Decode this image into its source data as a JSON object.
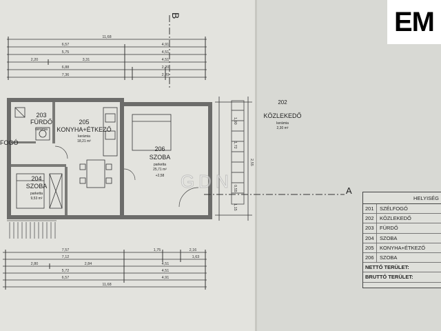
{
  "logo": {
    "text": "EM"
  },
  "section_markers": {
    "top": "B",
    "right": "A"
  },
  "watermark": "GDN",
  "rooms": [
    {
      "number": "203",
      "name": "FÜRDŐ",
      "material": "kerámia"
    },
    {
      "number": "205",
      "name": "KONYHA+ÉTKEZŐ",
      "material": "kerámia",
      "area": "18,21 m²"
    },
    {
      "number": "206",
      "name": "SZOBA",
      "material": "parketta",
      "area": "25,71 m²",
      "level": "+2,58"
    },
    {
      "number": "204",
      "name": "SZOBA",
      "material": "parketta",
      "area": "9,53 m²"
    },
    {
      "number": "202",
      "name": "KÖZLEKEDŐ",
      "material": "kerámia",
      "area": "2,30 m²"
    },
    {
      "partial_label": "FOGÓ"
    }
  ],
  "top_dimensions": [
    {
      "row": 1,
      "values": [
        "11,68"
      ]
    },
    {
      "row": 2,
      "values": [
        "6,57",
        "4,91"
      ]
    },
    {
      "row": 3,
      "values": [
        "5,75",
        "4,51"
      ]
    },
    {
      "row": 4,
      "values": [
        "2,20",
        "3,31",
        "4,51"
      ]
    },
    {
      "row": 5,
      "values": [
        "6,88",
        "2,20"
      ]
    },
    {
      "row": 6,
      "values": [
        "7,36",
        "2,20"
      ]
    }
  ],
  "bottom_dimensions": [
    {
      "row": 1,
      "values": [
        "7,57",
        "1,75",
        "2,16"
      ]
    },
    {
      "row": 2,
      "values": [
        "7,12",
        "1,63"
      ]
    },
    {
      "row": 3,
      "values": [
        "2,80",
        "2,84",
        "4,51"
      ]
    },
    {
      "row": 4,
      "values": [
        "5,72",
        "4,51"
      ]
    },
    {
      "row": 5,
      "values": [
        "6,57",
        "4,91"
      ]
    },
    {
      "row": 6,
      "values": [
        "11,68"
      ]
    }
  ],
  "side_dimensions": [
    "1,90",
    "1,72",
    "2,55",
    "0,55",
    "1,15"
  ],
  "legend": {
    "header": "HELYISÉG",
    "rows": [
      {
        "number": "201",
        "name": "SZÉLFOGÓ"
      },
      {
        "number": "202",
        "name": "KÖZLEKEDŐ"
      },
      {
        "number": "203",
        "name": "FÜRDŐ"
      },
      {
        "number": "204",
        "name": "SZOBA"
      },
      {
        "number": "205",
        "name": "KONYHA+ÉTKEZŐ"
      },
      {
        "number": "206",
        "name": "SZOBA"
      }
    ],
    "net_area_label": "NETTÓ TERÜLET:",
    "gross_area_label": "BRUTTÓ TERÜLET:"
  }
}
